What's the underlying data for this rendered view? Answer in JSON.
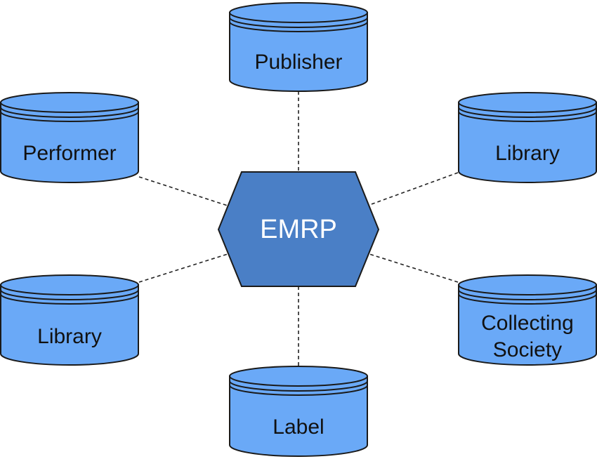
{
  "diagram": {
    "hub": {
      "label": "EMRP"
    },
    "nodes": {
      "publisher": {
        "label": "Publisher"
      },
      "performer": {
        "label": "Performer"
      },
      "library_top": {
        "label": "Library"
      },
      "library_bottom": {
        "label": "Library"
      },
      "collecting_society": {
        "label_line1": "Collecting",
        "label_line2": "Society"
      },
      "label": {
        "label": "Label"
      }
    },
    "colors": {
      "node_fill": "#6aa9f7",
      "hub_fill": "#4a7fc6",
      "outline": "#1a1a1a",
      "connector": "#222222"
    }
  }
}
